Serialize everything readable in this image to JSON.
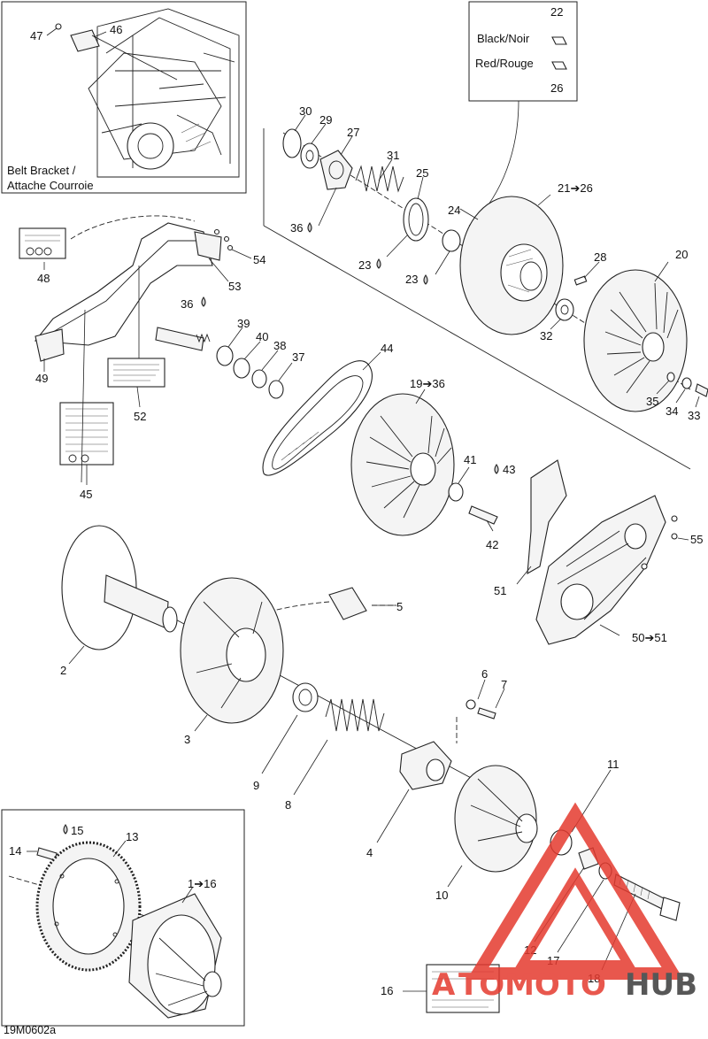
{
  "labels": {
    "l47": "47",
    "l46": "46",
    "belt_bracket_1": "Belt Bracket /",
    "belt_bracket_2": "Attache Courroie",
    "l22": "22",
    "black_noir": "Black/Noir",
    "red_rouge": "Red/Rouge",
    "l26": "26",
    "l30": "30",
    "l29": "29",
    "l27": "27",
    "l31": "31",
    "l25": "25",
    "l24": "24",
    "l21": "21➔26",
    "l36a": "36",
    "l23a": "23",
    "l23b": "23",
    "l28": "28",
    "l20": "20",
    "l32": "32",
    "l35": "35",
    "l34": "34",
    "l33": "33",
    "l48": "48",
    "l54": "54",
    "l53": "53",
    "l49": "49",
    "l52": "52",
    "l45": "45",
    "l36b": "36",
    "l39": "39",
    "l40": "40",
    "l38": "38",
    "l37": "37",
    "l44": "44",
    "l19": "19➔36",
    "l41": "41",
    "l43": "43",
    "l42": "42",
    "l51": "51",
    "l55": "55",
    "l50": "50➔51",
    "l5": "5",
    "l2": "2",
    "l3": "3",
    "l6": "6",
    "l7": "7",
    "l9": "9",
    "l8": "8",
    "l4": "4",
    "l11": "11",
    "l10": "10",
    "l15": "15",
    "l13": "13",
    "l14": "14",
    "l1": "1➔16",
    "l12": "12",
    "l17": "17",
    "l18": "18",
    "l16": "16",
    "code": "19M0602a"
  },
  "watermark": {
    "part1": "A",
    "part2": "TOMOTO",
    "part3": "HUB",
    "color_red": "#e43a2f",
    "color_dark": "#3a3a3a"
  },
  "colors": {
    "line": "#222222",
    "fill": "#f4f4f4"
  }
}
